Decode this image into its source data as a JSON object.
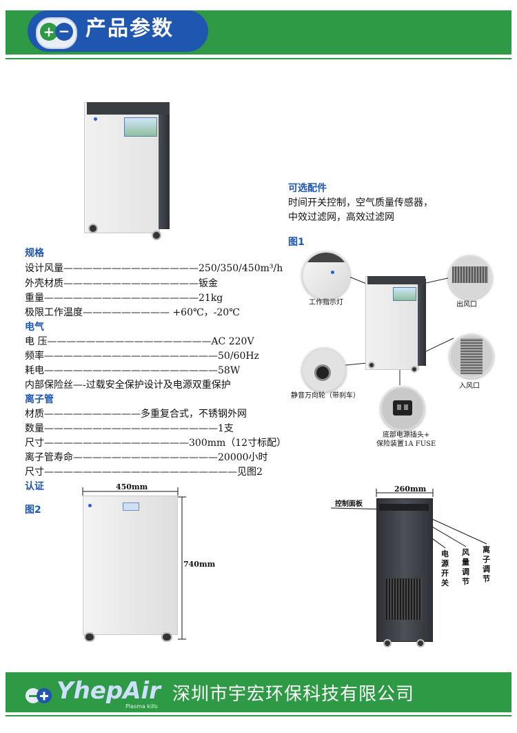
{
  "header": {
    "badge_plus": "+",
    "badge_minus": "−",
    "title": "产品参数"
  },
  "specs": {
    "heading": "规格",
    "lines": [
      "设计风量——————————————250/350/450m³/h",
      "外壳材质——————————————钣金",
      "重量————————————————21kg",
      "极限工作温度————————— +60℃，-20℃"
    ],
    "electrical_heading": "电气",
    "electrical_lines": [
      "电 压—————————————————AC 220V",
      "频率——————————————————50/60Hz",
      "耗电——————————————————58W",
      "内部保险丝—-过载安全保护设计及电源双重保护"
    ],
    "ion_heading": "离子管",
    "ion_lines": [
      "材质——————————多重复合式，不锈钢外网",
      "数量——————————————————1支",
      "尺寸———————————————300mm（12寸标配）",
      "离子管寿命———————————————20000小时",
      "尺寸————————————————————见图2"
    ],
    "cert_heading": "认证",
    "fig2_heading": "图2"
  },
  "accessories": {
    "heading": "可选配件",
    "lines": [
      "时间开关控制，空气质量传感器，",
      "中效过滤网，高效过滤网"
    ],
    "fig1_heading": "图1"
  },
  "figure1": {
    "labels": {
      "indicator": "工作指示灯",
      "outlet": "出风口",
      "inlet": "入风口",
      "wheel": "静音万向轮（带刹车）",
      "power": "底部电源插头+\n保险装置1A FUSE"
    }
  },
  "figure2": {
    "width_label": "450mm",
    "height_label": "740mm",
    "depth_label": "260mm",
    "control_panel_label": "控制面板",
    "vertical_labels": [
      "电源开关",
      "风量调节",
      "离子调节"
    ]
  },
  "footer": {
    "logo_text": "YhepAir",
    "logo_sub": "Plasma kills",
    "company": "深圳市宇宏环保科技有限公司"
  },
  "colors": {
    "brand_green": "#2e9a45",
    "brand_blue": "#1f57b0"
  }
}
